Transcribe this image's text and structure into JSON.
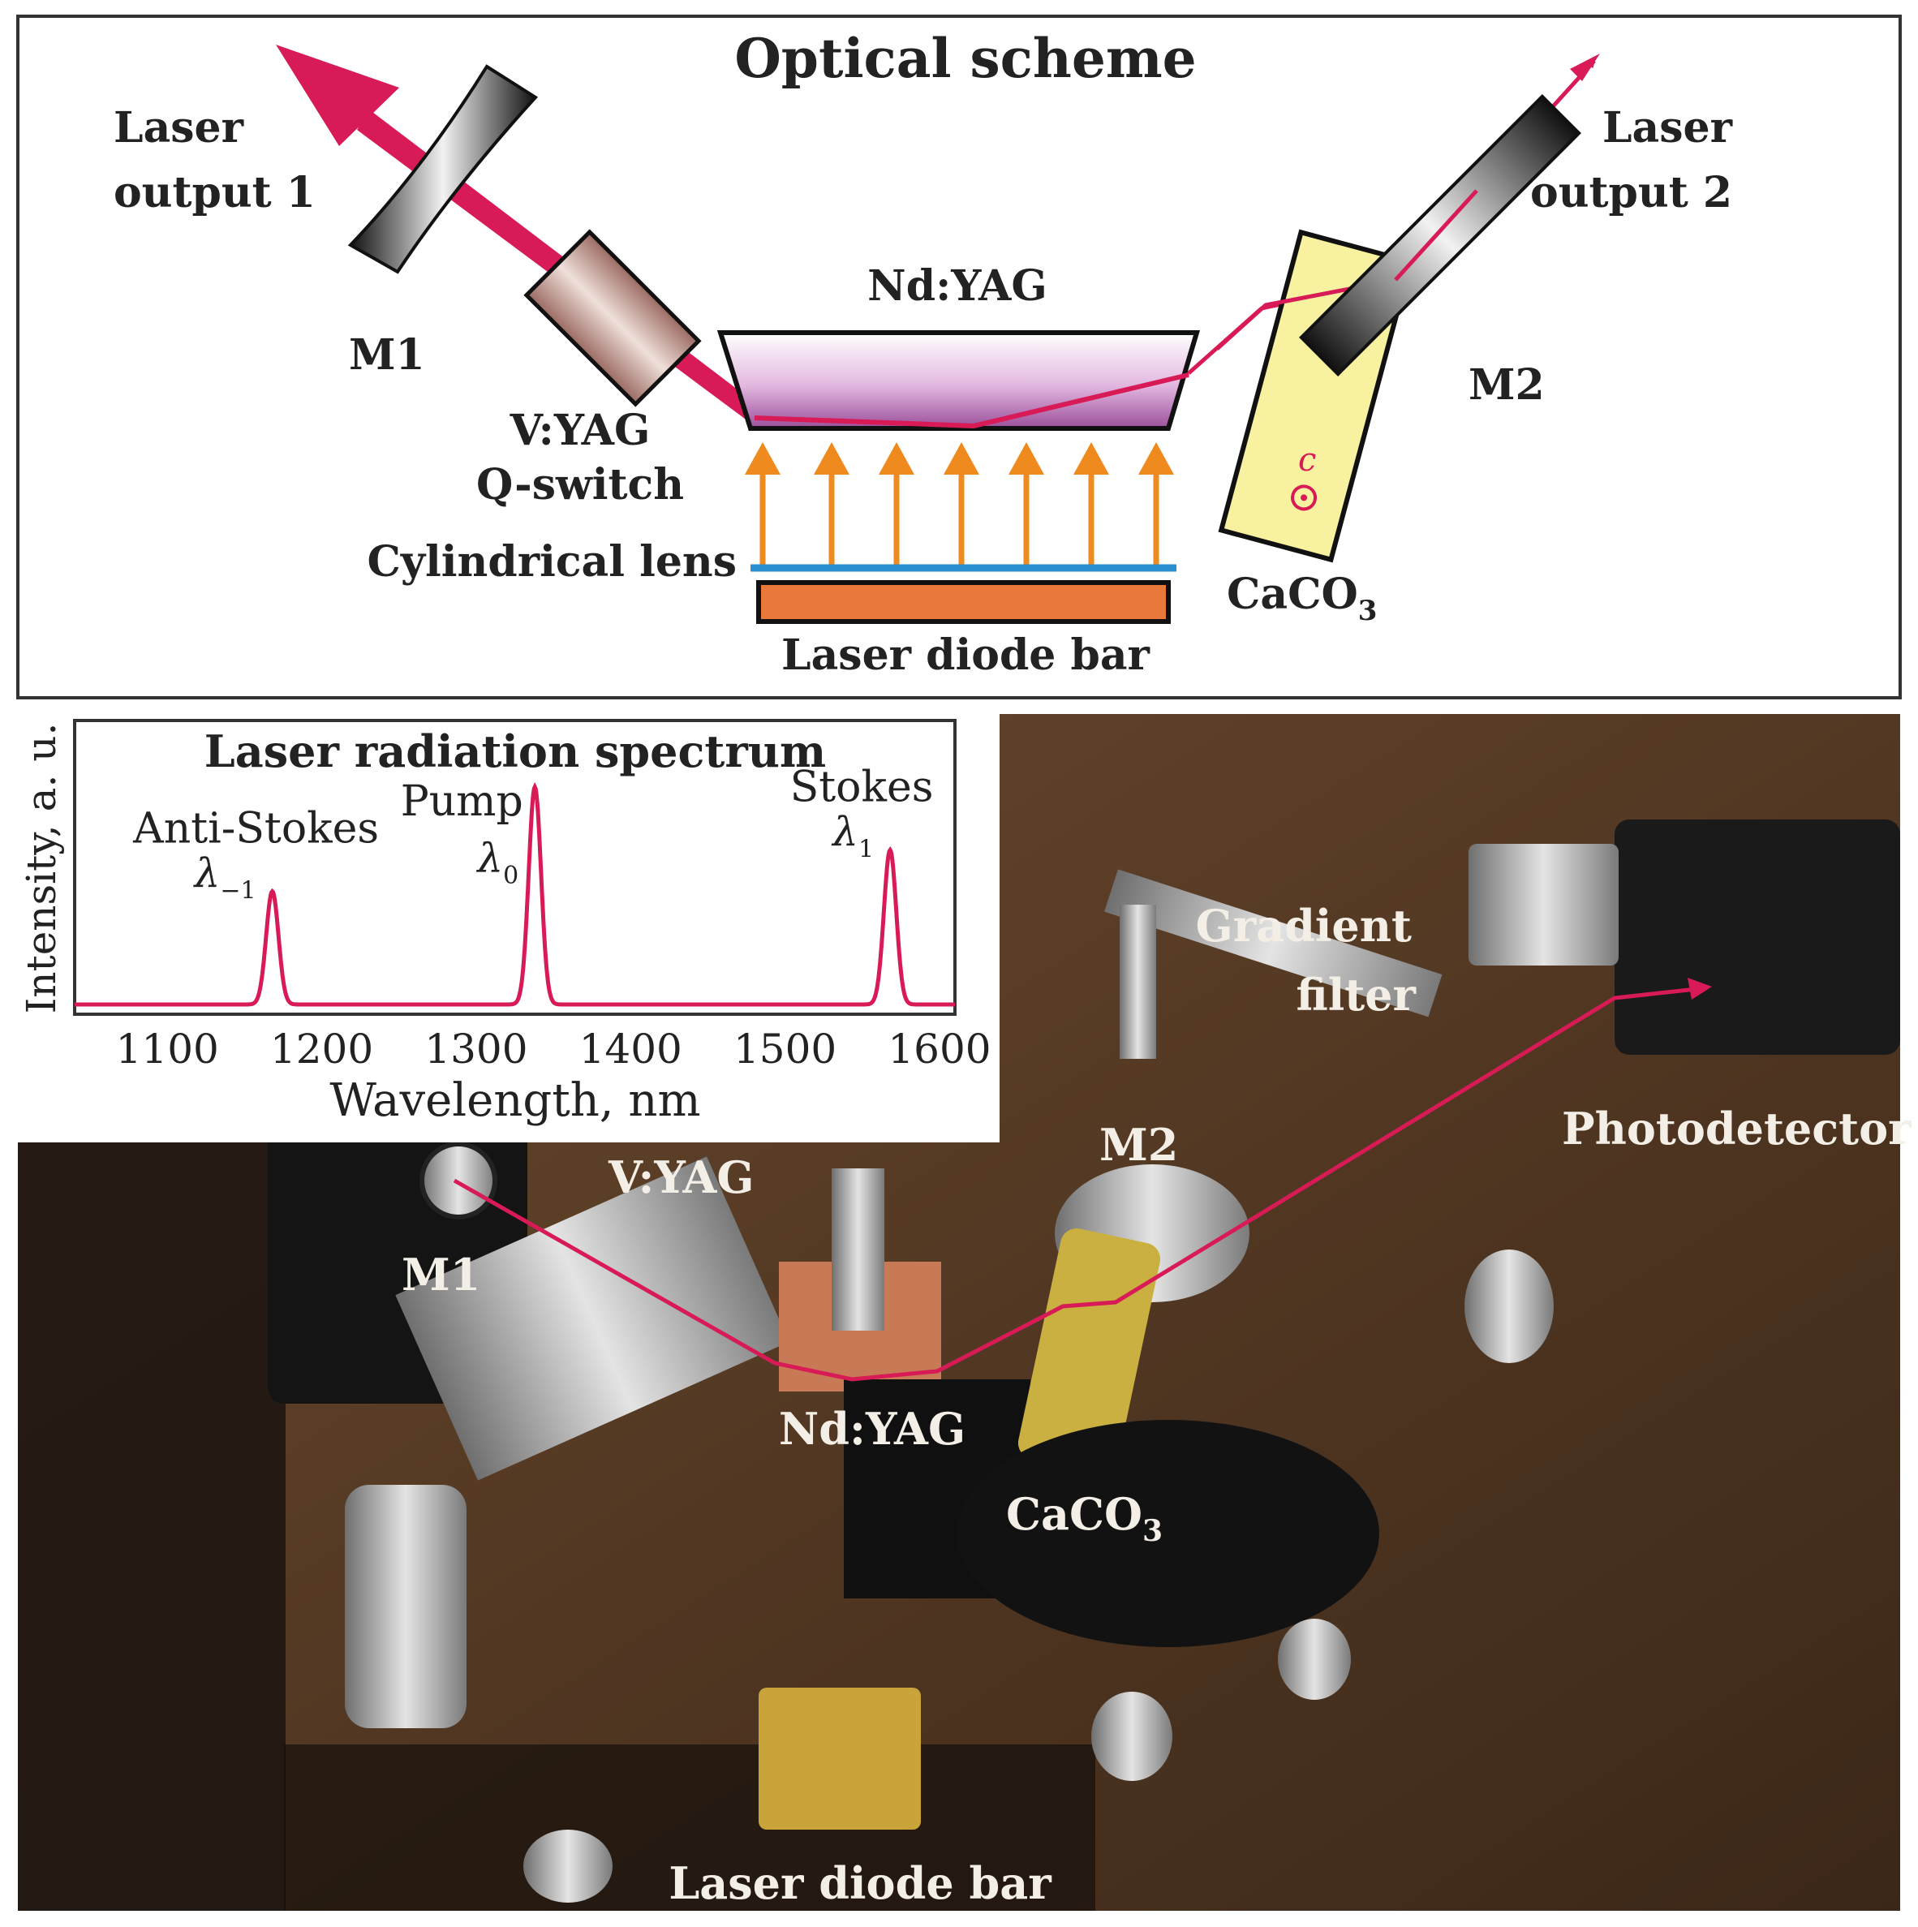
{
  "scheme": {
    "title": "Optical scheme",
    "labels": {
      "laser_output_1_line1": "Laser",
      "laser_output_1_line2": "output 1",
      "laser_output_2_line1": "Laser",
      "laser_output_2_line2": "output 2",
      "m1": "M1",
      "m2": "M2",
      "nd_yag": "Nd:YAG",
      "vyag_line1": "V:YAG",
      "vyag_line2": "Q-switch",
      "cylindrical_lens": "Cylindrical lens",
      "laser_diode_bar": "Laser diode bar",
      "caco3_main": "CaCO",
      "caco3_sub": "3",
      "c_axis": "c"
    },
    "colors": {
      "beam": "#d81b56",
      "pump_arrow": "#ee8a1e",
      "lens": "#2a8fcf",
      "diode_bar": "#e8793b",
      "crystal_caco3": "#f7f1a0",
      "vyag": "#b47f76"
    }
  },
  "chart_data": {
    "type": "line",
    "title": "Laser radiation spectrum",
    "xlabel": "Wavelength, nm",
    "ylabel": "Intensity, a. u.",
    "xlim": [
      1040,
      1610
    ],
    "ylim": [
      0,
      1.0
    ],
    "xticks": [
      1100,
      1200,
      1300,
      1400,
      1500,
      1600
    ],
    "grid": false,
    "series": [
      {
        "color": "#d81b56",
        "peaks": [
          {
            "center": 1168,
            "height": 0.52,
            "width": 4
          },
          {
            "center": 1338,
            "height": 1.0,
            "width": 4
          },
          {
            "center": 1568,
            "height": 0.71,
            "width": 4
          }
        ]
      }
    ],
    "annotations": [
      {
        "name": "Anti-Stokes",
        "symbol": "λ",
        "subscript": "−1"
      },
      {
        "name": "Pump",
        "symbol": "λ",
        "subscript": "0"
      },
      {
        "name": "Stokes",
        "symbol": "λ",
        "subscript": "1"
      }
    ]
  },
  "photo": {
    "labels": {
      "gradient_filter_line1": "Gradient",
      "gradient_filter_line2": "filter",
      "photodetector": "Photodetector",
      "m2": "M2",
      "vyag": "V:YAG",
      "m1": "M1",
      "nd_yag": "Nd:YAG",
      "caco3_main": "CaCO",
      "caco3_sub": "3",
      "laser_diode_bar": "Laser diode bar"
    }
  }
}
